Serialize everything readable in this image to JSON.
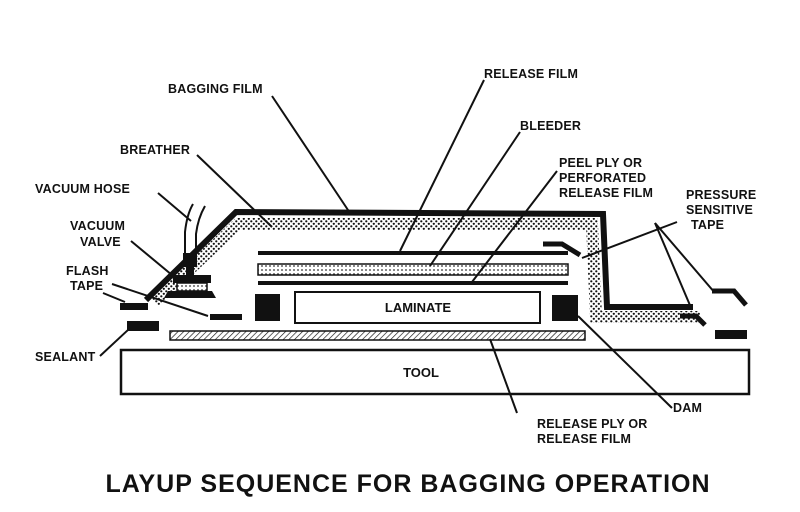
{
  "diagram": {
    "title": "LAYUP SEQUENCE FOR BAGGING OPERATION",
    "components": {
      "tool": "TOOL",
      "laminate": "LAMINATE"
    },
    "labels": {
      "bagging_film": "BAGGING FILM",
      "release_film": "RELEASE FILM",
      "bleeder": "BLEEDER",
      "breather": "BREATHER",
      "peel_ply": [
        "PEEL PLY OR",
        "PERFORATED",
        "RELEASE FILM"
      ],
      "vacuum_hose": "VACUUM HOSE",
      "vacuum_valve": [
        "VACUUM",
        "VALVE"
      ],
      "pressure_tape": [
        "PRESSURE",
        "SENSITIVE",
        "TAPE"
      ],
      "flash_tape": [
        "FLASH",
        "TAPE"
      ],
      "sealant": "SEALANT",
      "dam": "DAM",
      "release_ply": [
        "RELEASE PLY OR",
        "RELEASE FILM"
      ]
    },
    "colors": {
      "ink": "#111111",
      "paper": "#ffffff"
    }
  }
}
